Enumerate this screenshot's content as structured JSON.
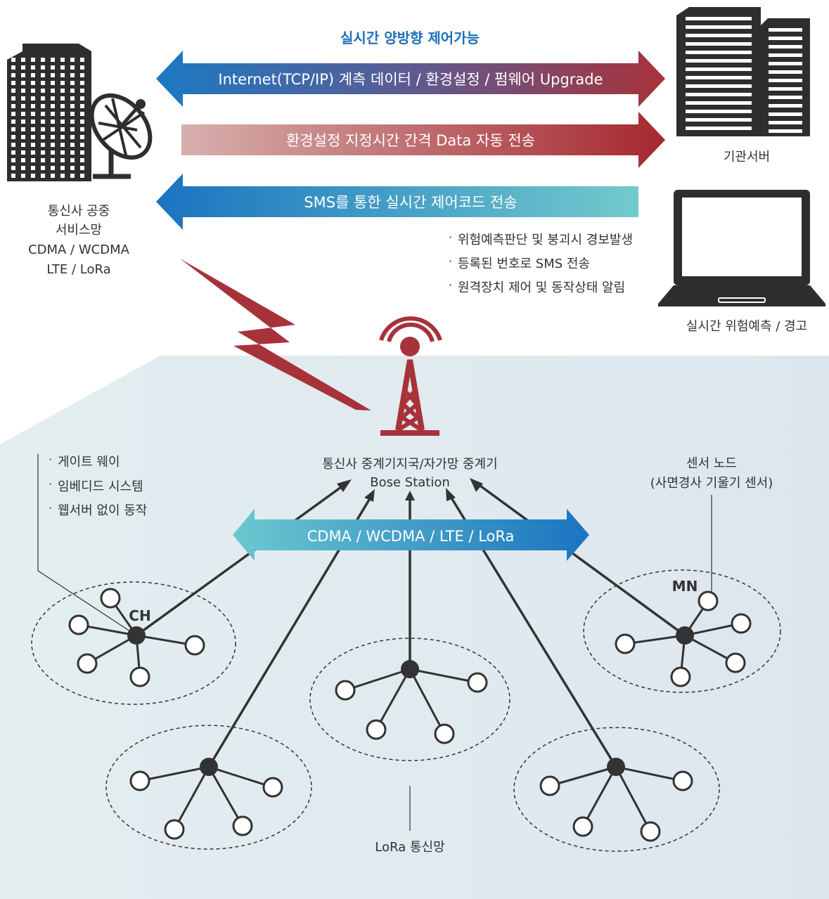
{
  "top": {
    "control_title": "실시간 양방향 제어가능",
    "arrow_internet": "Internet(TCP/IP) 계측 데이터 / 환경설정 / 펌웨어 Upgrade",
    "arrow_data": "환경설정 지정시간 간격 Data 자동 전송",
    "arrow_sms": "SMS를 통한 실시간 제어코드 전송"
  },
  "carrier_network": {
    "lines": [
      "통신사 공중",
      "서비스망",
      "CDMA / WCDMA",
      "LTE / LoRa"
    ]
  },
  "server": {
    "label": "기관서버"
  },
  "laptop": {
    "label": "실시간 위험예측 / 경고"
  },
  "alerts": [
    "위험예측판단 및 붕괴시 경보발생",
    "등록된 번호로 SMS 전송",
    "원격장치 제어 및 동작상태 알림"
  ],
  "gateway_notes": [
    "게이트 웨이",
    "임베디드 시스템",
    "웹서버 없이 동작"
  ],
  "station": {
    "line1": "통신사 중계기지국/자가망 중계기",
    "line2": "Bose Station"
  },
  "sensor_node": {
    "line1": "센서 노드",
    "line2": "(사면경사 기울기 센서)"
  },
  "network_bar": "CDMA / WCDMA / LTE / LoRa",
  "labels": {
    "ch": "CH",
    "mn": "MN",
    "lora": "LoRa 통신망"
  },
  "colors": {
    "blue": "#1a78c2",
    "red": "#a8323a",
    "teal": "#6cc6cc",
    "pink": "#d8a8a8",
    "dark": "#333333",
    "bg_panel": "#e6eef2"
  }
}
